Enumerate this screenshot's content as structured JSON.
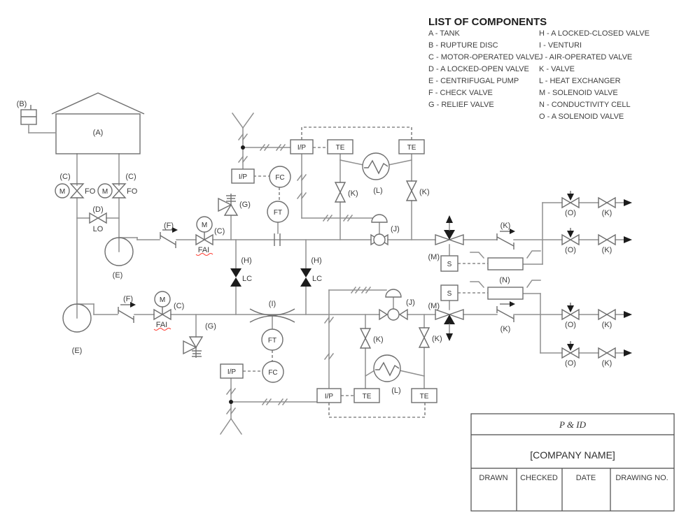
{
  "legend": {
    "title": "LIST OF COMPONENTS",
    "col1": [
      "A - TANK",
      "B - RUPTURE DISC",
      "C - MOTOR-OPERATED VALVE",
      "D - A LOCKED-OPEN VALVE",
      "E - CENTRIFUGAL PUMP",
      "F - CHECK VALVE",
      "G - RELIEF VALVE"
    ],
    "col2": [
      "H - A LOCKED-CLOSED VALVE",
      "I - VENTURI",
      "J - AIR-OPERATED VALVE",
      "K - VALVE",
      "L - HEAT EXCHANGER",
      "M - SOLENOID VALVE",
      "N - CONDUCTIVITY CELL",
      "O - A SOLENOID VALVE"
    ]
  },
  "tags": {
    "a": "(A)",
    "b": "(B)",
    "c": "(C)",
    "d": "(D)",
    "e": "(E)",
    "f": "(F)",
    "g": "(G)",
    "h": "(H)",
    "i": "(I)",
    "j": "(J)",
    "k": "(K)",
    "l": "(L)",
    "m": "(M)",
    "n": "(N)",
    "o": "(O)"
  },
  "annotations": {
    "fo": "FO",
    "lo": "LO",
    "lc": "LC",
    "fai": "FAI"
  },
  "instruments": {
    "ip": "I/P",
    "te": "TE",
    "fc": "FC",
    "ft": "FT",
    "m": "M",
    "s": "S"
  },
  "title_block": {
    "title": "P & ID",
    "company": "[COMPANY NAME]",
    "headers": [
      "DRAWN",
      "CHECKED",
      "DATE",
      "DRAWING NO."
    ]
  },
  "colors": {
    "pipe": "#8f8f8f",
    "symbol": "#6e6e6e",
    "ink": "#1c1c1c",
    "text": "#3c3c3c",
    "spell_underline": "#ff3b30"
  }
}
